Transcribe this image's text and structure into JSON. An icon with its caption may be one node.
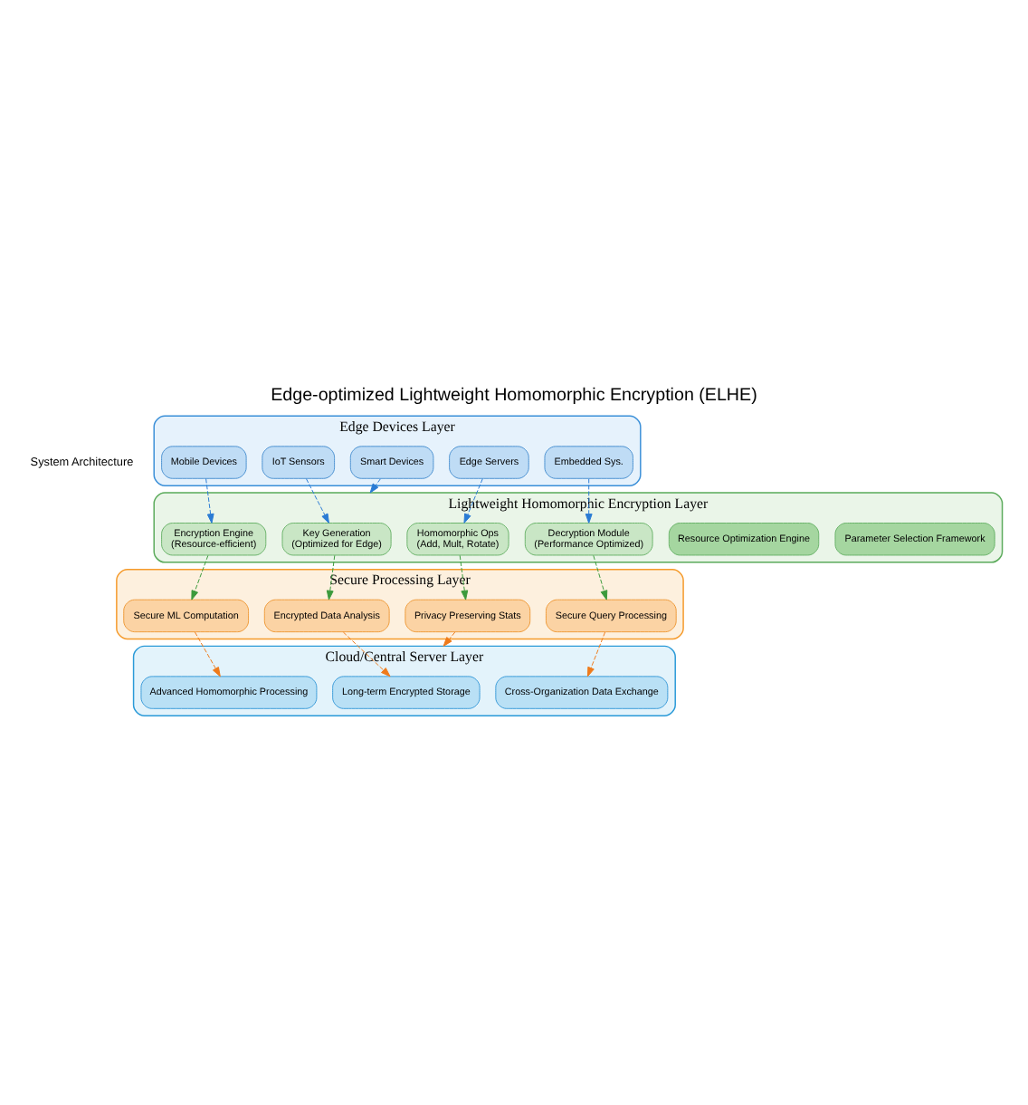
{
  "diagram": {
    "title": "Edge-optimized Lightweight Homomorphic Encryption (ELHE)",
    "nodes": [
      {
        "text": [
          "Edge Devices Layer"
        ]
      },
      {
        "text": [
          "IoT Sensors"
        ],
        "in": 0
      },
      {
        "text": [
          "Mobile Devices"
        ],
        "in": 0
      },
      {
        "text": [
          "Edge Servers"
        ],
        "in": 0
      },
      {
        "text": [
          "Smart Devices"
        ],
        "in": 0
      },
      {
        "text": [
          "Embedded Sys."
        ],
        "in": 0
      },
      {
        "text": [
          "Lightweight Homomorphic Encryption Layer"
        ]
      },
      {
        "text": [
          "Key Generation",
          "(Optimized for Edge)"
        ],
        "in": 6
      },
      {
        "text": [
          "Encryption Engine",
          "(Resource-efficient)"
        ],
        "in": 6
      },
      {
        "text": [
          "Homomorphic Ops",
          "(Add, Mult, Rotate)"
        ],
        "in": 6
      },
      {
        "text": [
          "Decryption Module",
          "(Performance Optimized)"
        ],
        "in": 6
      },
      {
        "text": [
          "Resource Optimization Engine"
        ],
        "in": 6
      },
      {
        "text": [
          "Parameter Selection Framework"
        ],
        "in": 6
      },
      {
        "text": [
          "Secure Processing Layer"
        ]
      },
      {
        "text": [
          "Encrypted Data Analysis"
        ],
        "in": 13
      },
      {
        "text": [
          "Secure ML Computation"
        ],
        "in": 13
      },
      {
        "text": [
          "Privacy Preserving Stats"
        ],
        "in": 13
      },
      {
        "text": [
          "Secure Query Processing"
        ],
        "in": 13
      },
      {
        "text": [
          "Cloud/Central Server Layer"
        ]
      },
      {
        "text": [
          "Long-term Encrypted Storage"
        ],
        "in": 18
      },
      {
        "text": [
          "Advanced Homomorphic Processing"
        ],
        "in": 18
      },
      {
        "text": [
          "Cross-Organization Data Exchange"
        ],
        "in": 18
      }
    ],
    "edges": [
      {
        "from": 1,
        "to": 7,
        "arrow": "to",
        "style": "dashed",
        "color": "#2a7bd4"
      },
      {
        "from": 2,
        "to": 8,
        "arrow": "to",
        "style": "dashed",
        "color": "#2a7bd4"
      },
      {
        "from": 3,
        "to": 9,
        "arrow": "to",
        "style": "dashed",
        "color": "#2a7bd4"
      },
      {
        "from": 4,
        "to": 6,
        "arrow": "to",
        "style": "dashed",
        "color": "#2a7bd4"
      },
      {
        "from": 5,
        "to": 10,
        "arrow": "to",
        "style": "dashed",
        "color": "#2a7bd4"
      },
      {
        "from": 7,
        "to": 14,
        "arrow": "to",
        "style": "dashed",
        "color": "#3c9a3c"
      },
      {
        "from": 8,
        "to": 15,
        "arrow": "to",
        "style": "dashed",
        "color": "#3c9a3c"
      },
      {
        "from": 9,
        "to": 16,
        "arrow": "to",
        "style": "dashed",
        "color": "#3c9a3c"
      },
      {
        "from": 10,
        "to": 17,
        "arrow": "to",
        "style": "dashed",
        "color": "#3c9a3c"
      },
      {
        "from": 14,
        "to": 19,
        "arrow": "to",
        "style": "dashed",
        "color": "#ef7a1a"
      },
      {
        "from": 15,
        "to": 20,
        "arrow": "to",
        "style": "dashed",
        "color": "#ef7a1a"
      },
      {
        "from": 16,
        "to": 18,
        "arrow": "to",
        "style": "dashed",
        "color": "#ef7a1a"
      },
      {
        "from": 17,
        "to": 21,
        "arrow": "to",
        "style": "dashed",
        "color": "#ef7a1a"
      }
    ],
    "labels": [
      "System Architecture"
    ]
  }
}
